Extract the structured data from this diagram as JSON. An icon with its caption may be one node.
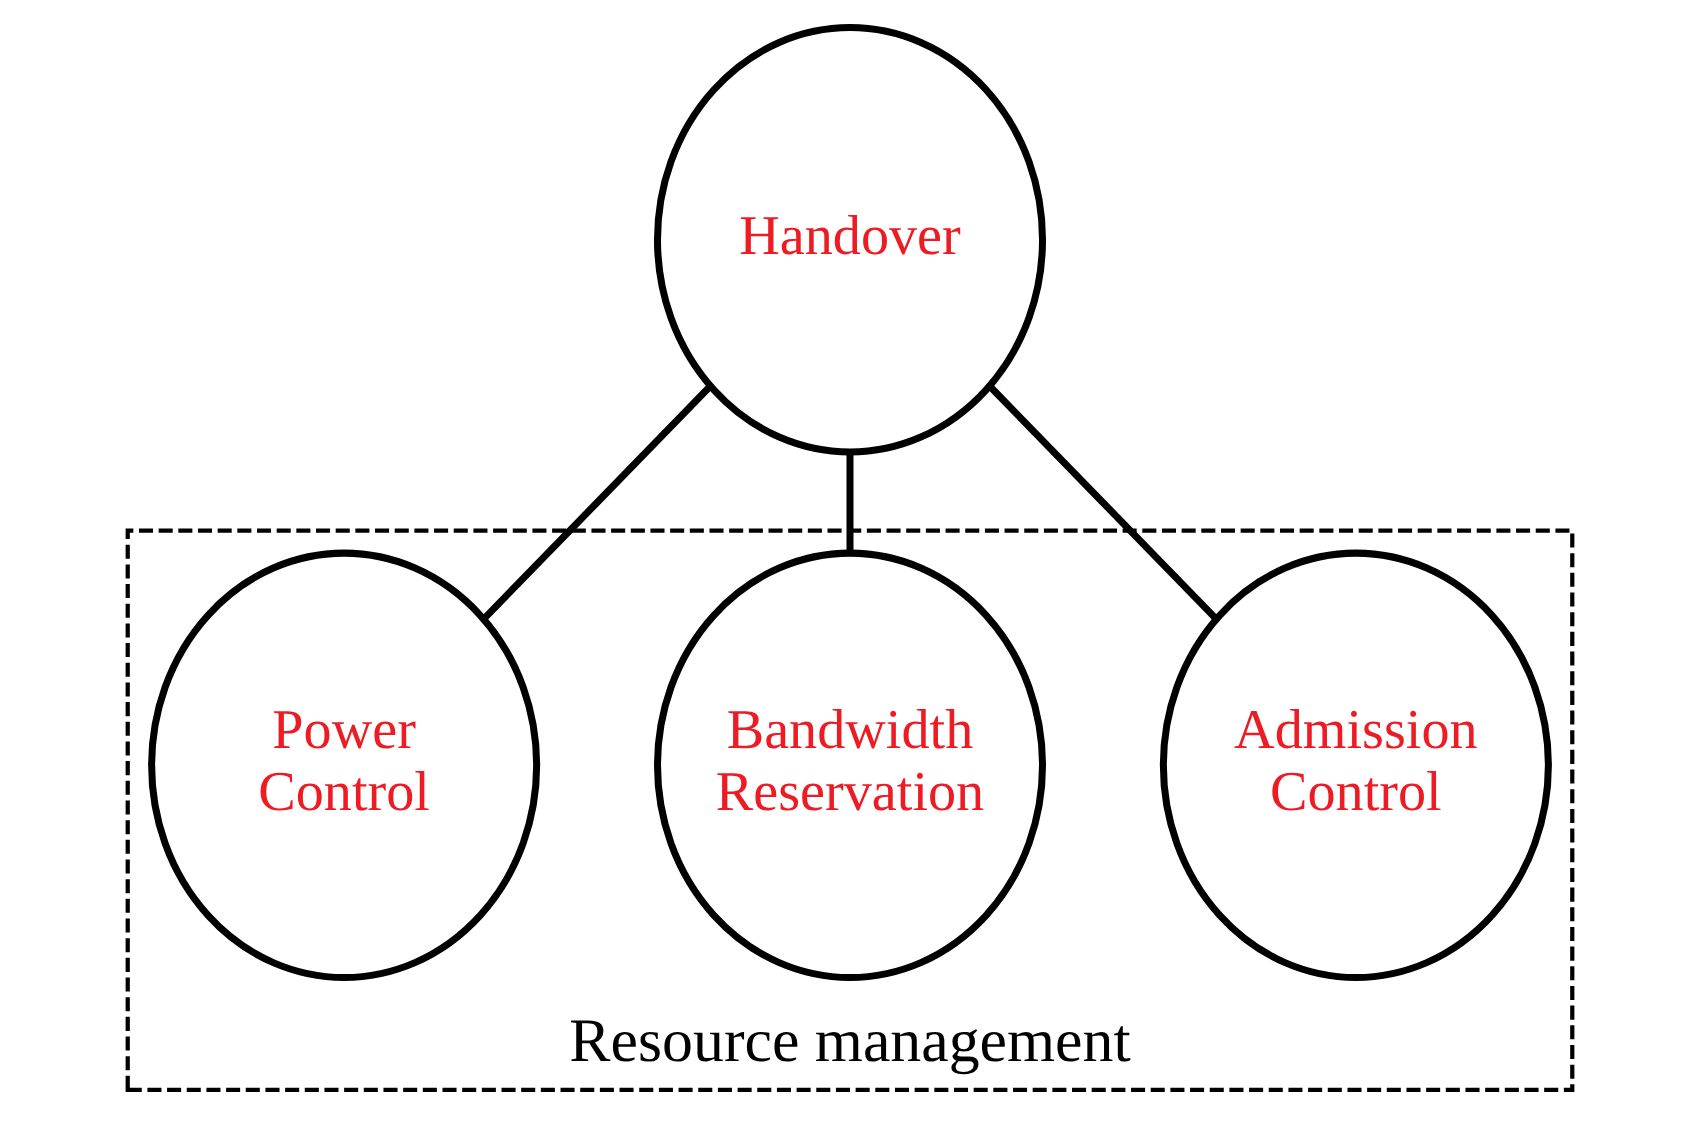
{
  "diagram": {
    "nodes": [
      {
        "text": [
          "Handover"
        ]
      },
      {
        "text": [
          "Resource management"
        ]
      },
      {
        "text": [
          "Admission Control"
        ],
        "in": 1
      },
      {
        "text": [
          "Bandwidth Reservation"
        ],
        "in": 1
      },
      {
        "text": [
          "Power Control"
        ],
        "in": 1
      }
    ],
    "edges": [
      {
        "from": 0,
        "to": 2,
        "arrow": "none"
      },
      {
        "from": 0,
        "to": 3,
        "arrow": "none"
      },
      {
        "from": 0,
        "to": 4,
        "arrow": "none"
      }
    ]
  }
}
